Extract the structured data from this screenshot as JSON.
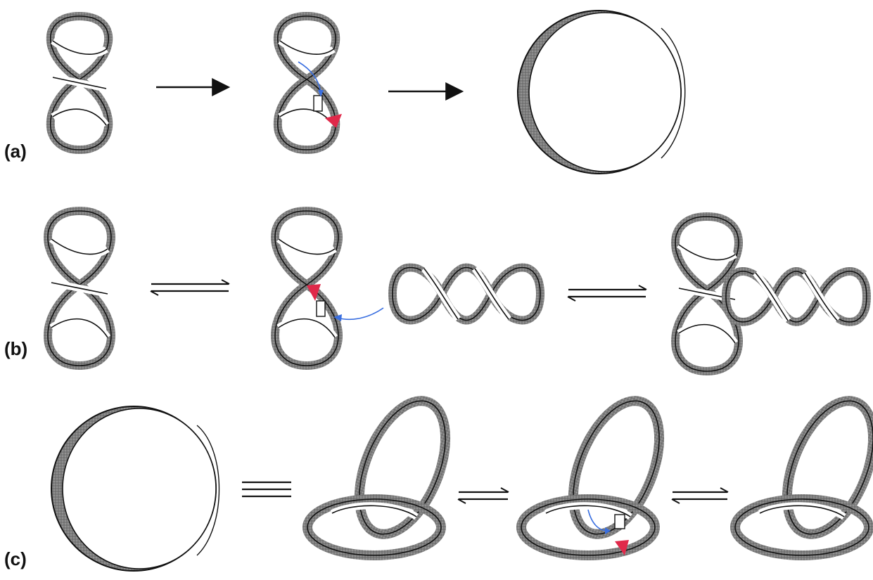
{
  "labels": {
    "a": "(a)",
    "b": "(b)",
    "c": "(c)"
  },
  "colors": {
    "ribbon_dark": "#8a8a8a",
    "ribbon_edge": "#111111",
    "enzyme_arrow": "#3a6fe0",
    "cleavage_marker": "#e0294a"
  },
  "relations": {
    "a": [
      "arrow",
      "arrow"
    ],
    "b": [
      "equilibrium",
      "equilibrium"
    ],
    "c": [
      "identity",
      "equilibrium",
      "equilibrium"
    ]
  }
}
